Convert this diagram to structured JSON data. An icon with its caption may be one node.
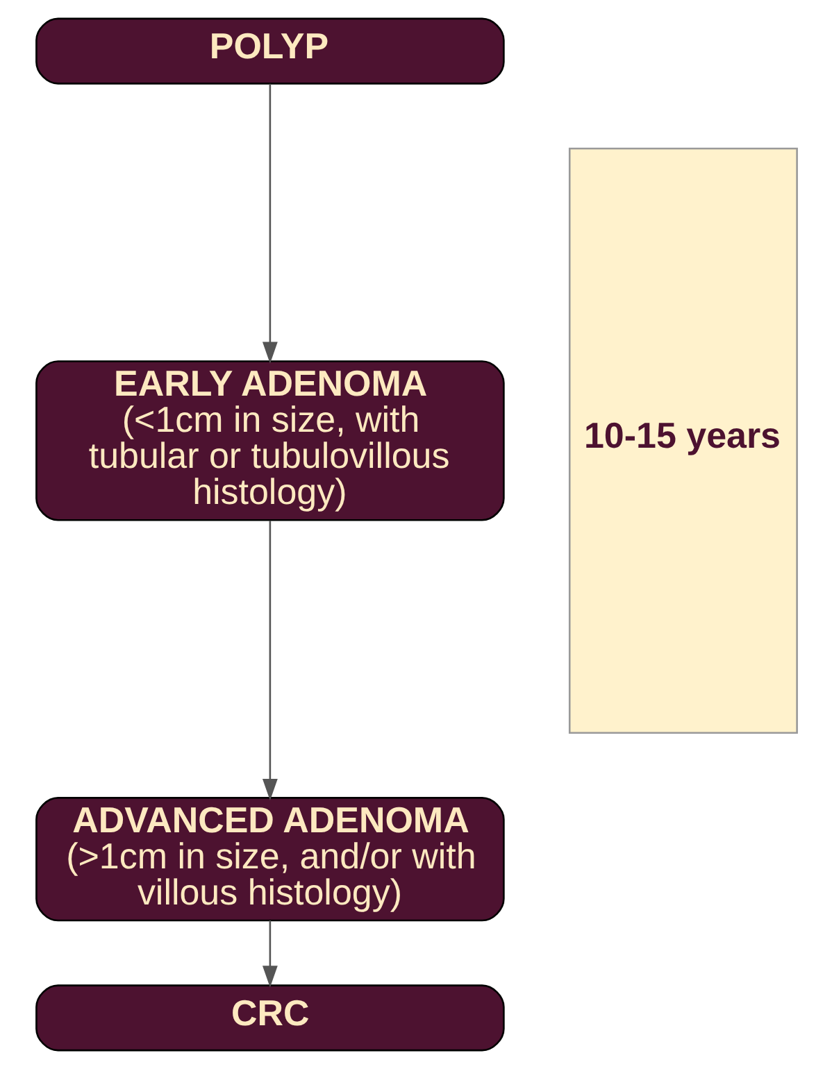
{
  "diagram": {
    "nodes": [
      {
        "text": [
          "POLYP"
        ]
      },
      {
        "text": [
          "EARLY ADENOMA",
          "(<1cm in size, with tubular or tubulovillous histology)"
        ]
      },
      {
        "text": [
          "ADVANCED ADENOMA",
          "(>1cm in size, and/or with villous histology)"
        ]
      },
      {
        "text": [
          "CRC"
        ]
      },
      {
        "text": [
          "10-15 years"
        ]
      }
    ],
    "edges": [
      {
        "from": 0,
        "to": 1,
        "arrow": "to"
      },
      {
        "from": 1,
        "to": 2,
        "arrow": "to"
      },
      {
        "from": 2,
        "to": 3,
        "arrow": "to"
      }
    ]
  }
}
